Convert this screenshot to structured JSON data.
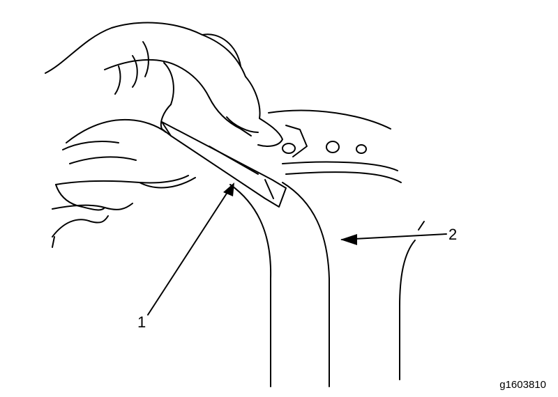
{
  "callouts": {
    "label_1": "1",
    "label_2": "2"
  },
  "figure_id": "g1603810",
  "colors": {
    "line": "#000000",
    "background": "#ffffff"
  }
}
